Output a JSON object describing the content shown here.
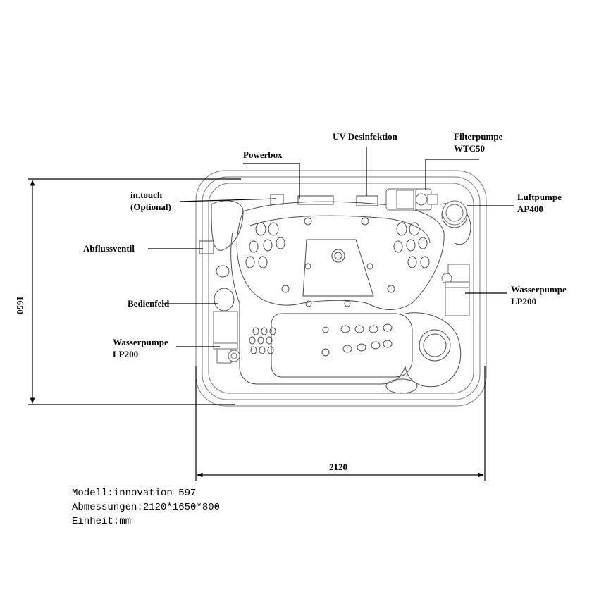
{
  "labels": {
    "uv": "UV Desinfektion",
    "filterpumpe_1": "Filterpumpe",
    "filterpumpe_2": "WTC50",
    "powerbox": "Powerbox",
    "intouch_1": "in.touch",
    "intouch_2": "(Optional)",
    "luftpumpe_1": "Luftpumpe",
    "luftpumpe_2": "AP400",
    "abfluss": "Abflussventil",
    "wasserpumpe_right_1": "Wasserpumpe",
    "wasserpumpe_right_2": "LP200",
    "bedienfeld": "Bedienfeld",
    "wasserpumpe_left_1": "Wasserpumpe",
    "wasserpumpe_left_2": "LP200"
  },
  "dimensions": {
    "height": "1650",
    "width": "2120"
  },
  "info": {
    "model": "Modell:innovation 597",
    "size": "Abmessungen:2120*1650*800",
    "unit": "Einheit:mm"
  }
}
